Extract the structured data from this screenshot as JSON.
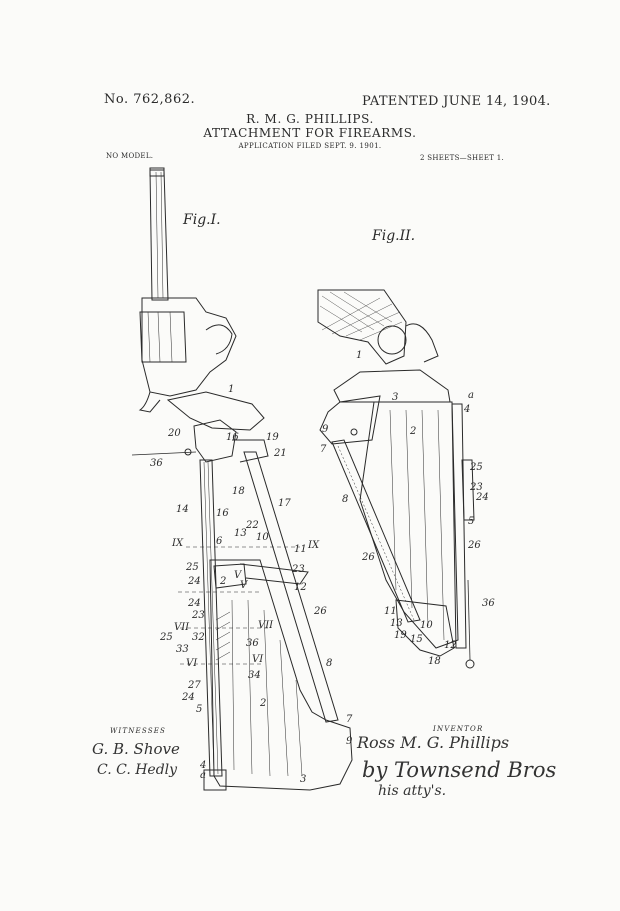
{
  "header": {
    "patent_number": "No. 762,862.",
    "patent_date": "PATENTED JUNE 14, 1904.",
    "inventor": "R. M. G. PHILLIPS.",
    "title": "ATTACHMENT FOR FIREARMS.",
    "application": "APPLICATION FILED SEPT. 9. 1901.",
    "model": "NO MODEL.",
    "sheets": "2 SHEETS—SHEET 1."
  },
  "figures": {
    "fig1_label": "Fig.I.",
    "fig2_label": "Fig.II."
  },
  "footer": {
    "witnesses_label": "WITNESSES",
    "witness_1": "G. B. Shove",
    "witness_2": "C. C. Hedly",
    "inventor_label": "INVENTOR",
    "inventor_signature": "Ross M. G. Phillips",
    "by_attorney": "by Townsend Bros",
    "attorney_note": "his atty's."
  },
  "reference_numerals": {
    "fig1": [
      "1",
      "20",
      "16",
      "19",
      "21",
      "36",
      "18",
      "17",
      "14",
      "16",
      "22",
      "13",
      "10",
      "IX",
      "6",
      "11",
      "IX",
      "25",
      "2",
      "23",
      "24",
      "V",
      "V",
      "12",
      "24",
      "23",
      "26",
      "VII",
      "VII",
      "25",
      "32",
      "33",
      "36",
      "VI",
      "VI",
      "34",
      "8",
      "27",
      "24",
      "5",
      "2",
      "7",
      "4",
      "a",
      "3",
      "9"
    ],
    "fig2": [
      "1",
      "3",
      "a",
      "4",
      "9",
      "7",
      "2",
      "25",
      "23",
      "24",
      "8",
      "5",
      "26",
      "26",
      "11",
      "13",
      "19",
      "15",
      "10",
      "12",
      "36",
      "18"
    ]
  }
}
